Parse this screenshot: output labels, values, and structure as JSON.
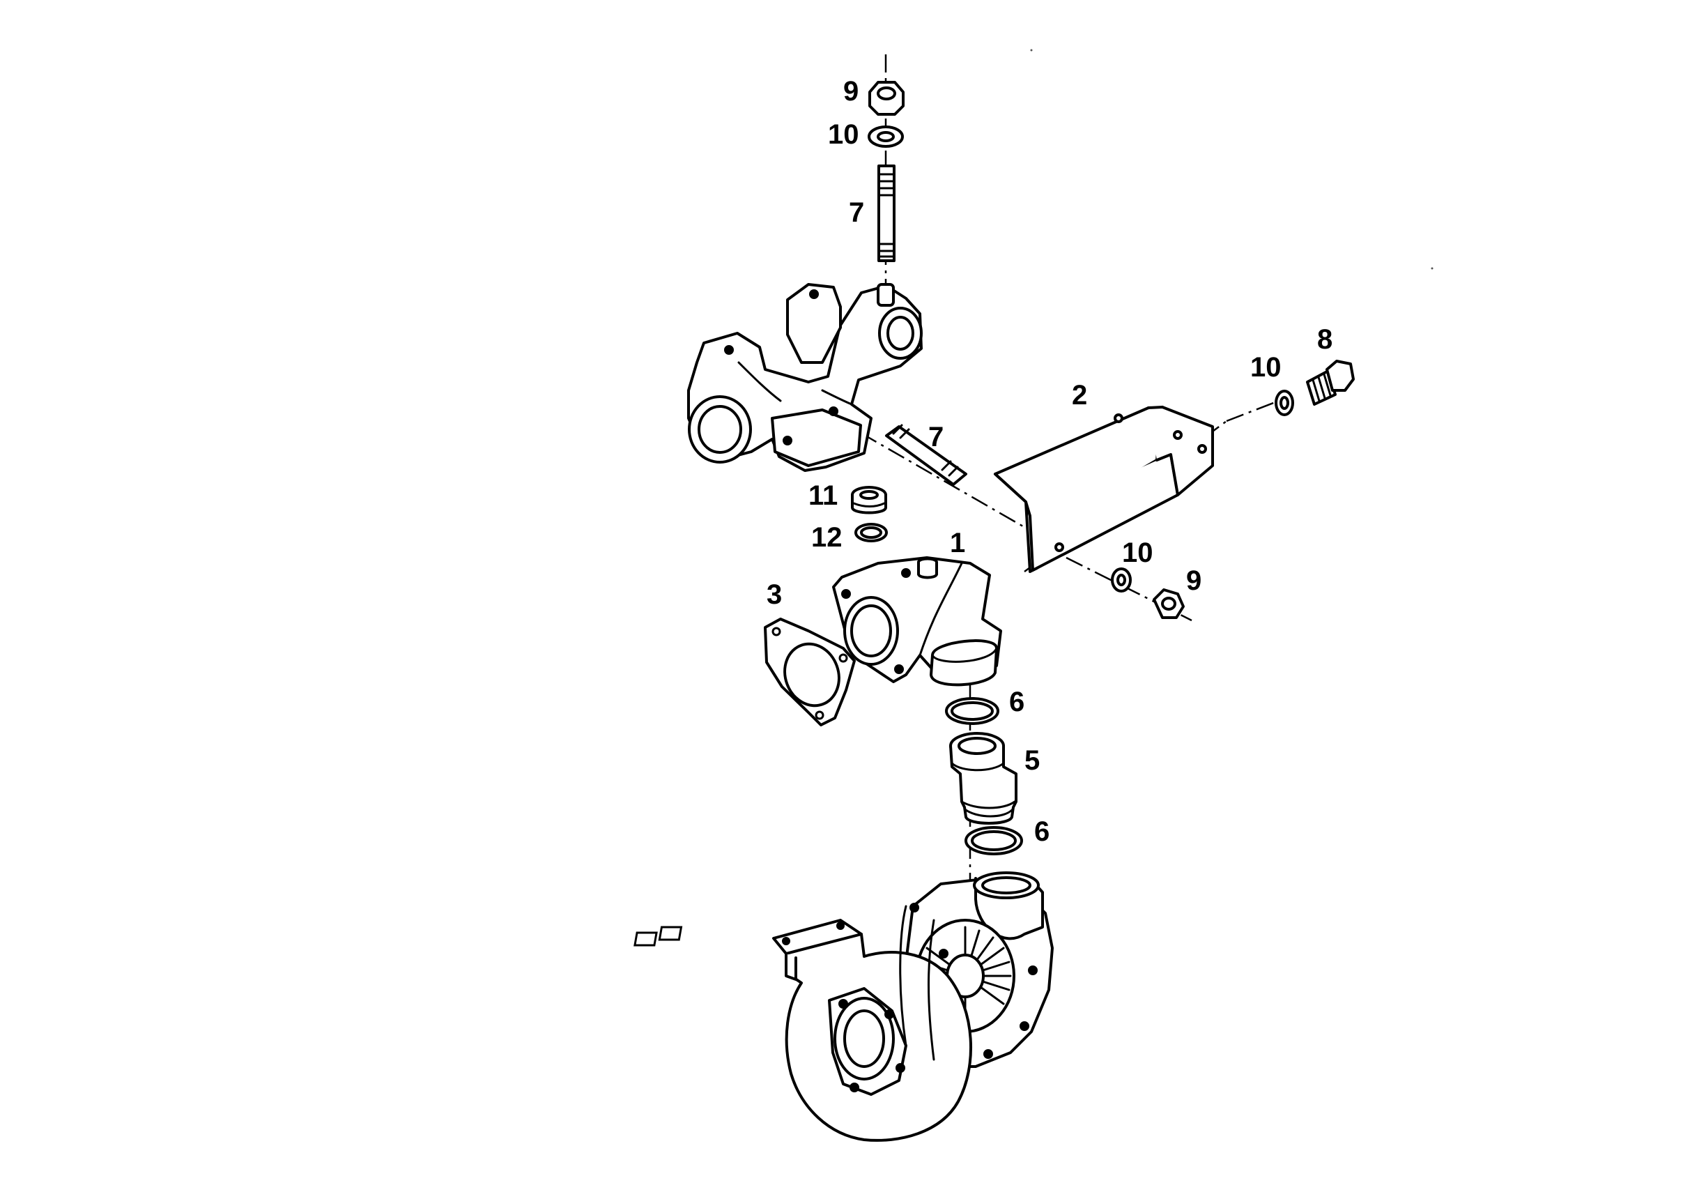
{
  "callouts": {
    "c1": "1",
    "c2": "2",
    "c3": "3",
    "c5": "5",
    "c6a": "6",
    "c6b": "6",
    "c7a": "7",
    "c7b": "7",
    "c8": "8",
    "c9a": "9",
    "c9b": "9",
    "c10a": "10",
    "c10b": "10",
    "c10c": "10",
    "c11": "11",
    "c12": "12"
  }
}
